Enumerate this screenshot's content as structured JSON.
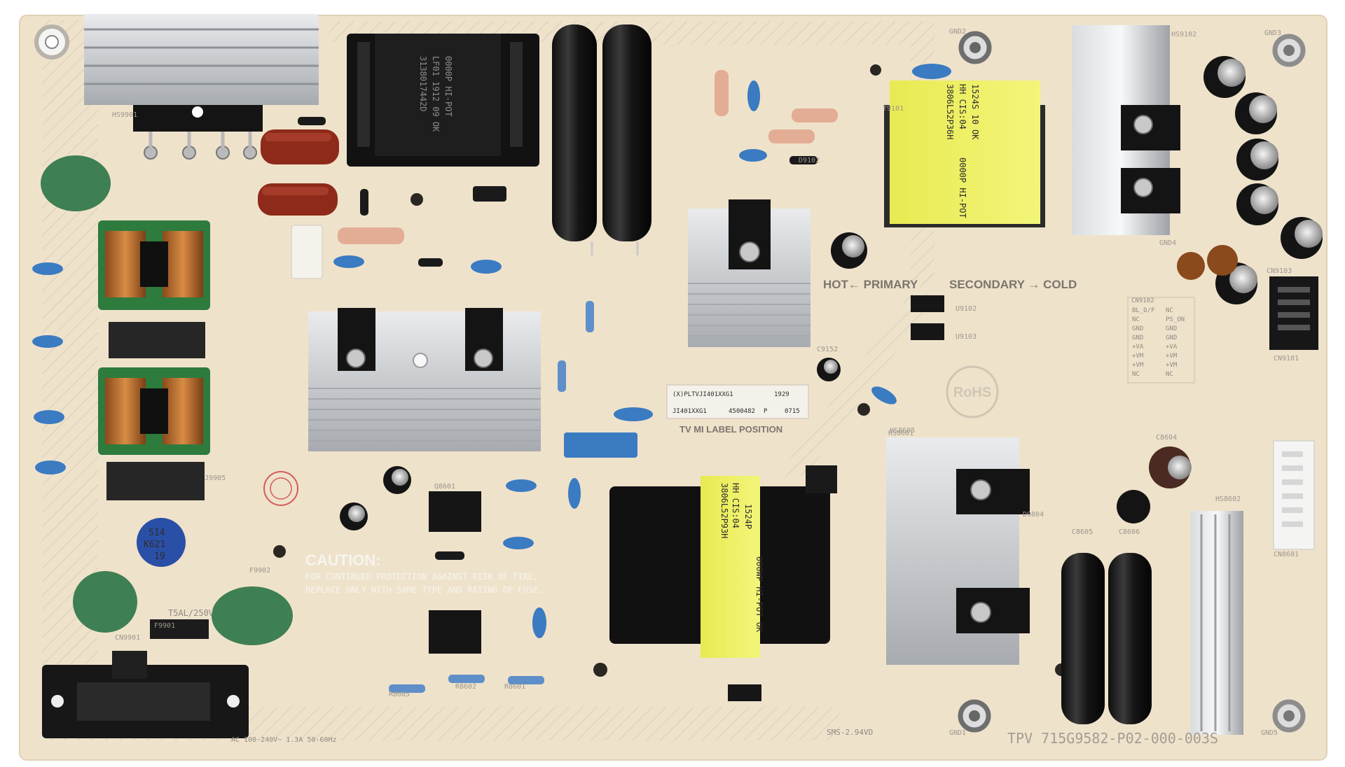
{
  "board": {
    "model_marking": "TPV 715G9582-P02-000-003S",
    "rohs_badge": "RoHS",
    "caution_title": "CAUTION:",
    "caution_line1": "FOR CONTINUED PROTECTION AGAINST RISK OF FIRE,",
    "caution_line2": "REPLACE ONLY WITH SAME TYPE AND RATING OF FUSE.",
    "hot_primary": "HOT← PRIMARY",
    "secondary_cold": "SECONDARY → COLD",
    "label_position": "TV MI LABEL POSITION",
    "sms_marking": "SMS-2.94VD",
    "input_rating": "AC 100-240V~ 1.3A 50-60Hz",
    "fuse_rating": "T5AL/250V",
    "fuse_ref": "F9901"
  },
  "sticker": {
    "line1": "(X)PLTVJI401XXG1",
    "line1_right": "1929",
    "line2_a": "JI401XXG1",
    "line2_b": "4500482",
    "line2_c": "P",
    "line2_d": "0715"
  },
  "transformers": {
    "main_a": "3806L52P36H",
    "main_b": "HH CIS:04",
    "main_c": "1524S 10 OK",
    "main_d": "0000P HI-POT",
    "standby_a": "3806L52P93H",
    "standby_b": "HH CIS:04",
    "standby_c": "1524P",
    "standby_d": "000WP HI-POT OK",
    "pfc_a": "3138017442D",
    "pfc_b": "LF01 1912 09 OK",
    "pfc_c": "0000P HI-POT"
  },
  "varistor_text": {
    "a": "S14",
    "b": "K621",
    "c": "19"
  },
  "connector_labels": {
    "header": "CN9102",
    "rows": [
      [
        "BL_D/F",
        "NC"
      ],
      [
        "NC",
        "PS_ON"
      ],
      [
        "GND",
        "GND"
      ],
      [
        "GND",
        "GND"
      ],
      [
        "+VA",
        "+VA"
      ],
      [
        "+VM",
        "+VM"
      ],
      [
        "+VM",
        "+VM"
      ],
      [
        "NC",
        "NC"
      ]
    ]
  },
  "refs": [
    "HS9901",
    "CN9901",
    "HS8602",
    "HS8601",
    "HS9102",
    "CN9101",
    "CN8601",
    "D9804",
    "Q8601",
    "C8604",
    "C8605",
    "C8606",
    "R8601",
    "R8602",
    "R8605",
    "F9902",
    "CN9103",
    "U9102",
    "U9103",
    "C9152",
    "T9101",
    "D9102",
    "HS8605",
    "J9905",
    "GND5",
    "GND1",
    "GND2",
    "GND3",
    "GND4"
  ]
}
